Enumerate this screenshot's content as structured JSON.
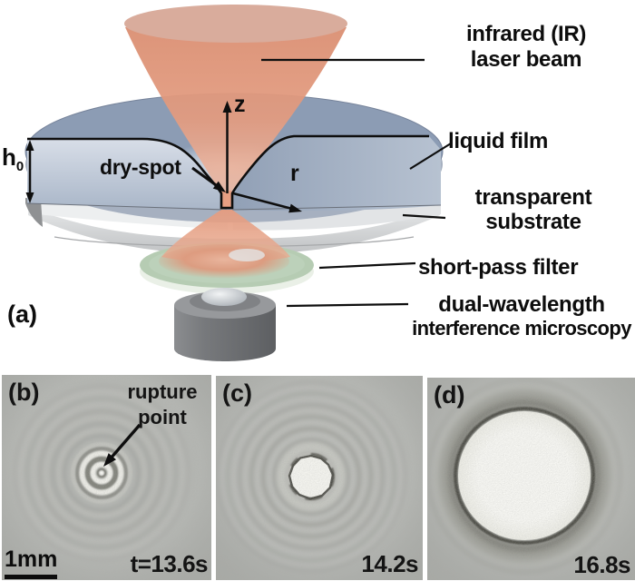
{
  "panel_a": {
    "tag": "(a)",
    "laser_line1": "infrared (IR)",
    "laser_line2": "laser beam",
    "liquid_film": "liquid film",
    "substrate_line1": "transparent",
    "substrate_line2": "substrate",
    "filter": "short-pass filter",
    "microscopy_line1": "dual-wavelength",
    "microscopy_line2": "interference microscopy",
    "dry_spot": "dry-spot",
    "axis_z": "z",
    "axis_r": "r",
    "thickness_symbol": "h",
    "thickness_sub": "0"
  },
  "panel_b": {
    "tag": "(b)",
    "rupture_line1": "rupture",
    "rupture_line2": "point",
    "scale_bar": "1mm",
    "time": "t=13.6s"
  },
  "panel_c": {
    "tag": "(c)",
    "time": "14.2s"
  },
  "panel_d": {
    "tag": "(d)",
    "time": "16.8s"
  },
  "colors": {
    "laser_beam": "#e09a7e",
    "laser_top": "#d9ac9c",
    "film_top": "#8c9cb4",
    "film_cut_face": "#c9d2df",
    "substrate": "#e8eaeb",
    "filter_green": "#b6ccb3",
    "objective": "#6f7173",
    "photo_bg": "#b4b6b2",
    "dry_spot_white": "#f7f7f2",
    "text": "#0d0d0d"
  }
}
